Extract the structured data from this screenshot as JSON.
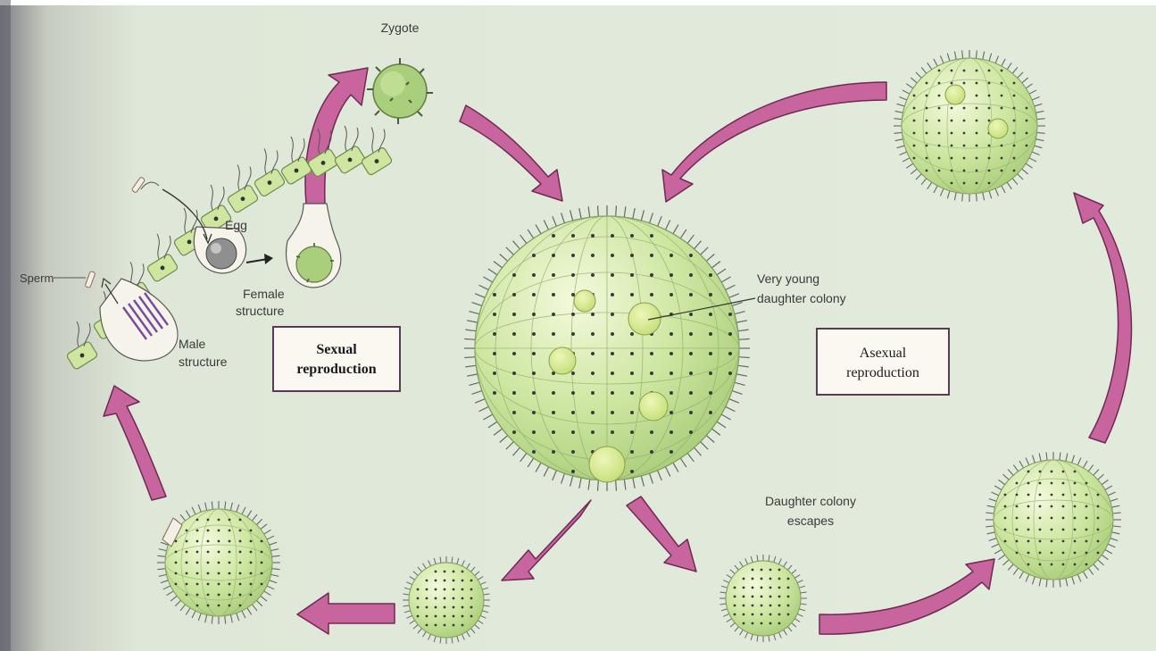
{
  "labels": {
    "zygote": "Zygote",
    "egg": "Egg",
    "sperm": "Sperm",
    "female_structure_line1": "Female",
    "female_structure_line2": "structure",
    "male_structure_line1": "Male",
    "male_structure_line2": "structure",
    "very_young_daughter_line1": "Very young",
    "very_young_daughter_line2": "daughter colony",
    "daughter_escapes_line1": "Daughter colony",
    "daughter_escapes_line2": "escapes"
  },
  "boxes": {
    "sexual_line1": "Sexual",
    "sexual_line2": "reproduction",
    "asexual_line1": "Asexual",
    "asexual_line2": "reproduction"
  },
  "colors": {
    "background": "#dfe8d8",
    "colony_fill": "#cde6a0",
    "arrow_fill": "#c9659e",
    "arrow_stroke": "#6d2a52",
    "box_fill": "#fbf8f2",
    "box_stroke": "#5a3a55"
  }
}
